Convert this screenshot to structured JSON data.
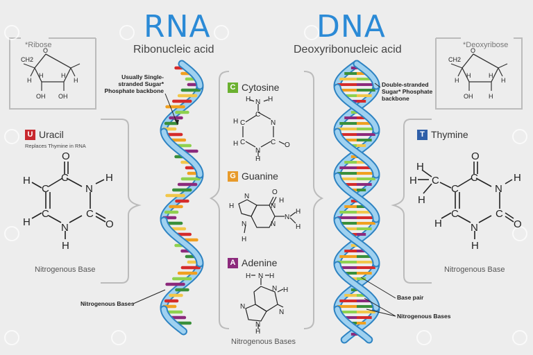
{
  "rna": {
    "title": "RNA",
    "subtitle": "Ribonucleic acid",
    "sugar_label": "*Ribose",
    "backbone_annotation": "Usually Single-stranded Sugar* Phosphate backbone",
    "bases_annotation": "Nitrogenous Bases"
  },
  "dna": {
    "title": "DNA",
    "subtitle": "Deoxyribonucleic acid",
    "sugar_label": "*Deoxyribose",
    "backbone_annotation": "Double-stranded Sugar* Phosphate backbone",
    "base_pair_annotation": "Base pair",
    "bases_annotation": "Nitrogenous Bases"
  },
  "uracil": {
    "letter": "U",
    "name": "Uracil",
    "note": "Replaces Thymine in RNA",
    "caption": "Nitrogenous Base",
    "color": "#c8282e"
  },
  "thymine": {
    "letter": "T",
    "name": "Thymine",
    "caption": "Nitrogenous Base",
    "color": "#2f5fa8"
  },
  "cytosine": {
    "letter": "C",
    "name": "Cytosine",
    "color": "#6bb130"
  },
  "guanine": {
    "letter": "G",
    "name": "Guanine",
    "color": "#e79a2a"
  },
  "adenine": {
    "letter": "A",
    "name": "Adenine",
    "color": "#8c2a7c"
  },
  "center_caption": "Nitrogenous Bases",
  "atoms": {
    "carbon": "C",
    "nitrogen": "N",
    "oxygen": "O",
    "hydrogen": "H",
    "hydroxyl": "OH",
    "methylene": "CH2"
  },
  "colors": {
    "title_blue": "#2b8ad6",
    "backbone_light": "#9fd1f0",
    "backbone_dark": "#2e83c2",
    "base_palette": [
      "#d52b2b",
      "#f0a020",
      "#8fd14f",
      "#8c2a7c",
      "#3a8f3a",
      "#f2c74a"
    ]
  }
}
